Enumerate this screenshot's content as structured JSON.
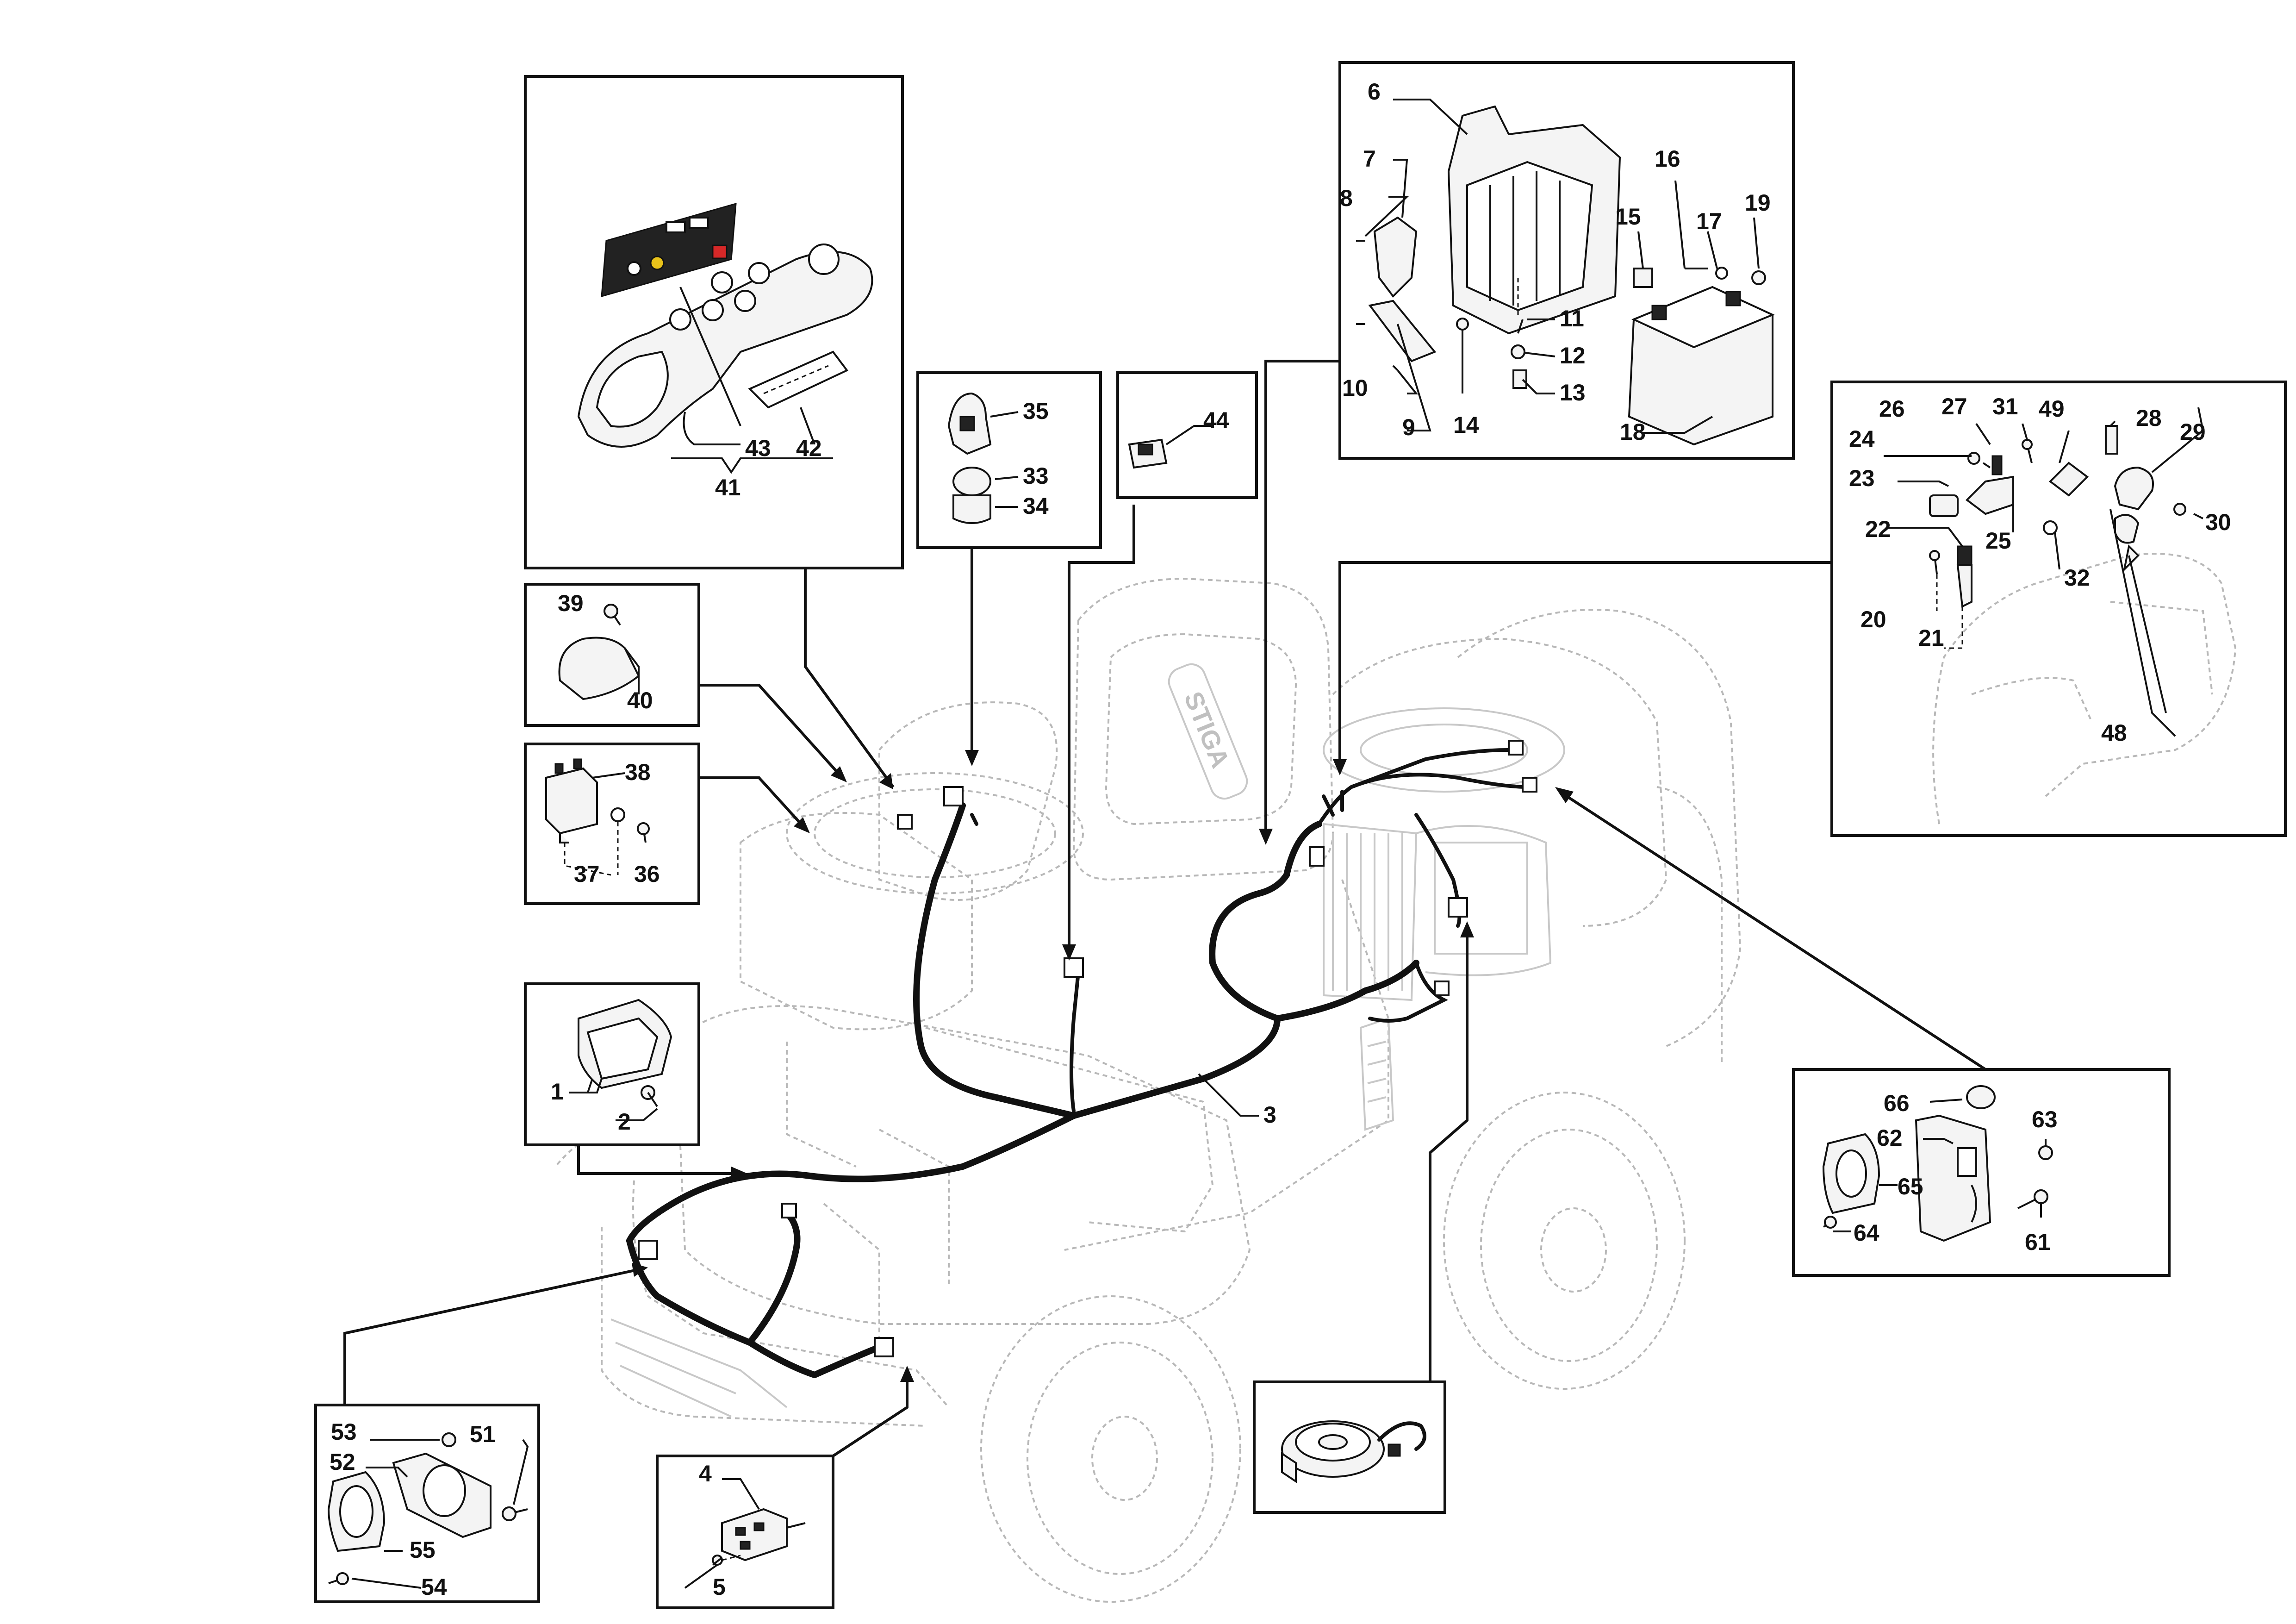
{
  "diagram": {
    "brand_logo_text": "STIGA",
    "accent_colors": {
      "warning_red": "#d62828",
      "indicator_yellow": "#e8c21a",
      "line": "#111111"
    },
    "callouts": {
      "p1": "1",
      "p2": "2",
      "p3": "3",
      "p4": "4",
      "p5": "5",
      "p6": "6",
      "p7": "7",
      "p8": "8",
      "p9": "9",
      "p10": "10",
      "p11": "11",
      "p12": "12",
      "p13": "13",
      "p14": "14",
      "p15": "15",
      "p16": "16",
      "p17": "17",
      "p18": "18",
      "p19": "19",
      "p20": "20",
      "p21": "21",
      "p22": "22",
      "p23": "23",
      "p24": "24",
      "p25": "25",
      "p26": "26",
      "p27": "27",
      "p28": "28",
      "p29": "29",
      "p30": "30",
      "p31": "31",
      "p32": "32",
      "p33": "33",
      "p34": "34",
      "p35": "35",
      "p36": "36",
      "p37": "37",
      "p38": "38",
      "p39": "39",
      "p40": "40",
      "p41": "41",
      "p42": "42",
      "p43": "43",
      "p44": "44",
      "p48": "48",
      "p49": "49",
      "p51": "51",
      "p52": "52",
      "p53": "53",
      "p54": "54",
      "p55": "55",
      "p61": "61",
      "p62": "62",
      "p63": "63",
      "p64": "64",
      "p65": "65",
      "p66": "66"
    }
  }
}
